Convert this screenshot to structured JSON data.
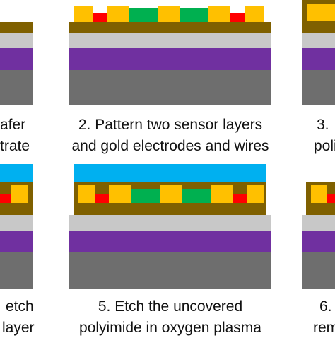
{
  "colors": {
    "substrate": "#6e6e6e",
    "polyimide_base": "#7030a0",
    "silicon_wafer": "#c8c8c8",
    "polyimide_layer": "#7f6000",
    "gold_electrode": "#ffc000",
    "sensor_layer_red": "#ff0000",
    "sensor_layer_green": "#00b050",
    "photoresist": "#00b0f0"
  },
  "steps": {
    "step1": {
      "line1": "afer",
      "line2": "trate"
    },
    "step2": {
      "line1": "2. Pattern two sensor layers",
      "line2": "and gold electrodes and wires"
    },
    "step3": {
      "line1": "3.",
      "line2": "poli"
    },
    "step4": {
      "line1": "etch",
      "line2": "layer"
    },
    "step5": {
      "line1": "5. Etch the uncovered",
      "line2": "polyimide in oxygen plasma"
    },
    "step6": {
      "line1": "6.",
      "line2": "rem"
    }
  }
}
